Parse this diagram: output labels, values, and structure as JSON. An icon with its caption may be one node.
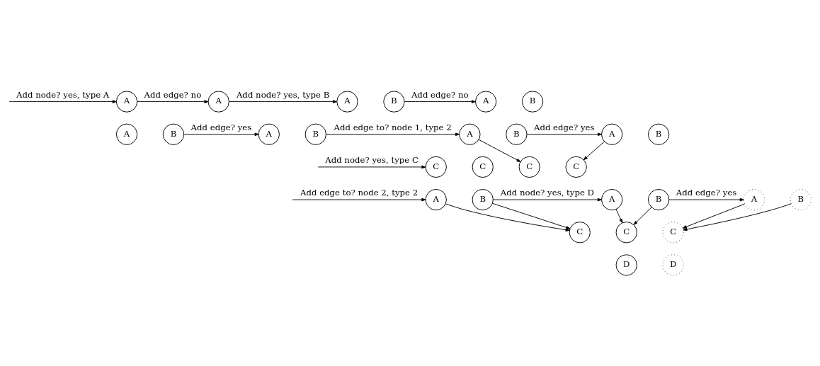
{
  "diagram": {
    "nodes": [
      {
        "text": [
          "A"
        ]
      },
      {
        "text": [
          "A"
        ]
      },
      {
        "text": [
          "A"
        ]
      },
      {
        "text": [
          "B"
        ]
      },
      {
        "text": [
          "A"
        ]
      },
      {
        "text": [
          "B"
        ]
      },
      {
        "text": [
          "A"
        ]
      },
      {
        "text": [
          "B"
        ]
      },
      {
        "text": [
          "C"
        ]
      },
      {
        "text": [
          "A"
        ]
      },
      {
        "text": [
          "B"
        ]
      },
      {
        "text": [
          "C"
        ]
      },
      {
        "text": [
          "A"
        ]
      },
      {
        "text": [
          "B"
        ]
      },
      {
        "text": [
          "C"
        ]
      },
      {
        "text": [
          "A"
        ]
      },
      {
        "text": [
          "B"
        ]
      },
      {
        "text": [
          "C"
        ]
      },
      {
        "text": [
          "A"
        ]
      },
      {
        "text": [
          "B"
        ]
      },
      {
        "text": [
          "C"
        ]
      },
      {
        "text": [
          "A"
        ]
      },
      {
        "text": [
          "B"
        ]
      },
      {
        "text": [
          "C"
        ]
      },
      {
        "text": [
          "D"
        ]
      },
      {
        "text": [
          "A"
        ]
      },
      {
        "text": [
          "B"
        ]
      },
      {
        "text": [
          "C"
        ]
      },
      {
        "text": [
          "D"
        ]
      }
    ],
    "edges": [
      {
        "from": null,
        "to": 0,
        "arrow": "to",
        "label": "Add node? yes, type A"
      },
      {
        "from": 0,
        "to": 1,
        "arrow": "to",
        "label": "Add edge? no"
      },
      {
        "from": 1,
        "to": 2,
        "arrow": "to",
        "label": "Add node? yes, type B"
      },
      {
        "from": 3,
        "to": 4,
        "arrow": "to",
        "label": "Add edge? no"
      },
      {
        "from": null,
        "to": 8,
        "arrow": "to",
        "label": "Add node? yes, type C"
      },
      {
        "from": 7,
        "to": 9,
        "arrow": "to",
        "label": "Add edge? yes"
      },
      {
        "from": 10,
        "to": 12,
        "arrow": "to",
        "label": "Add edge to? node 1, type 2"
      },
      {
        "from": 12,
        "to": 14,
        "arrow": "to"
      },
      {
        "from": 13,
        "to": 15,
        "arrow": "to",
        "label": "Add edge? yes"
      },
      {
        "from": 15,
        "to": 17,
        "arrow": "to"
      },
      {
        "from": null,
        "to": 18,
        "arrow": "to",
        "label": "Add edge to? node 2, type 2"
      },
      {
        "from": 18,
        "to": 20,
        "arrow": "to"
      },
      {
        "from": 19,
        "to": 20,
        "arrow": "to"
      },
      {
        "from": 19,
        "to": 21,
        "arrow": "to",
        "label": "Add node? yes, type D"
      },
      {
        "from": 21,
        "to": 23,
        "arrow": "to"
      },
      {
        "from": 22,
        "to": 23,
        "arrow": "to"
      },
      {
        "from": 22,
        "to": 25,
        "arrow": "to",
        "label": "Add edge? yes"
      },
      {
        "from": 25,
        "to": 27,
        "arrow": "to"
      },
      {
        "from": 26,
        "to": 27,
        "arrow": "to"
      }
    ]
  }
}
